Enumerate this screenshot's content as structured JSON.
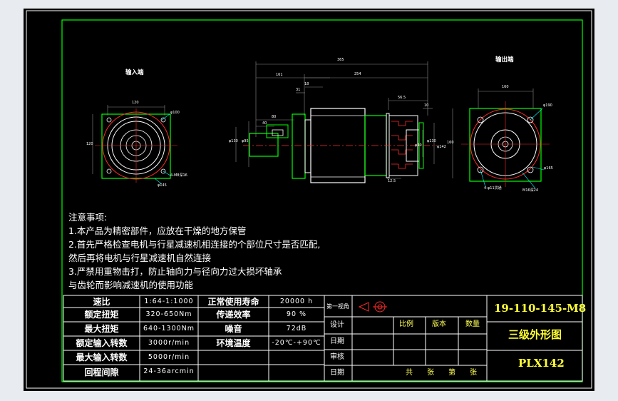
{
  "views": {
    "input_label": "输入端",
    "output_label": "输出端"
  },
  "dims": {
    "overall_len": "365",
    "mid_len": "254",
    "in_len": "161",
    "shoulder": "31",
    "step18": "18",
    "out_len": "56.5",
    "out_tip": "10",
    "len80": "80",
    "len40": "40",
    "key": "12.5",
    "in_w": "120",
    "in_bc": "φ100",
    "in_holes": "4-M8深16",
    "in_shaft": "φ145",
    "in_ht": "120",
    "out_w": "160",
    "out_bc": "φ190",
    "out_holes": "4-φ11贯通",
    "out_shaft": "φ165",
    "out_key": "M16深24",
    "out_ht": "160",
    "d1": "φ130",
    "d2": "φ95",
    "d3": "φ130",
    "d4": "φ40",
    "d5": "φ142"
  },
  "notes": [
    "注意事项:",
    "1.本产品为精密部件，应放在干燥的地方保管",
    "2.首先严格检查电机与行星减速机相连接的个部位尺寸是否匹配,",
    "然后再将电机与行星减速机自然连接",
    "3.严禁用重物击打，防止轴向力与径向力过大损坏轴承",
    "与齿轮而影响减速机的使用功能"
  ],
  "specs": [
    {
      "label": "速比",
      "value": "1:64-1:1000"
    },
    {
      "label": "额定扭矩",
      "value": "320-650Nm"
    },
    {
      "label": "最大扭矩",
      "value": "640-1300Nm"
    },
    {
      "label": "额定输入转数",
      "value": "3000r/min"
    },
    {
      "label": "最大输入转数",
      "value": "5000r/min"
    },
    {
      "label": "回程间隙",
      "value": "24-36arcmin"
    }
  ],
  "specs2": [
    {
      "label": "正常使用寿命",
      "value": "20000 h"
    },
    {
      "label": "传递效率",
      "value": "90 %"
    },
    {
      "label": "噪音",
      "value": "72dB"
    },
    {
      "label": "环境温度",
      "value": "-20℃-+90℃"
    }
  ],
  "title_block": {
    "projection": "第一视角",
    "rows": [
      "设计",
      "日期",
      "审核",
      "日期"
    ],
    "cols": [
      "比例",
      "版本",
      "数量"
    ],
    "sheet": [
      "共",
      "张",
      "第",
      "张"
    ],
    "drawing_no": "19-110-145-M8",
    "title": "三级外形图",
    "model": "PLX142"
  },
  "colors": {
    "frame": "#ffffff",
    "green": "#00ff00",
    "cyan": "#00ffff",
    "red": "#ff2a2a",
    "yellow": "#ffff33",
    "dim": "#8a8a8a"
  }
}
